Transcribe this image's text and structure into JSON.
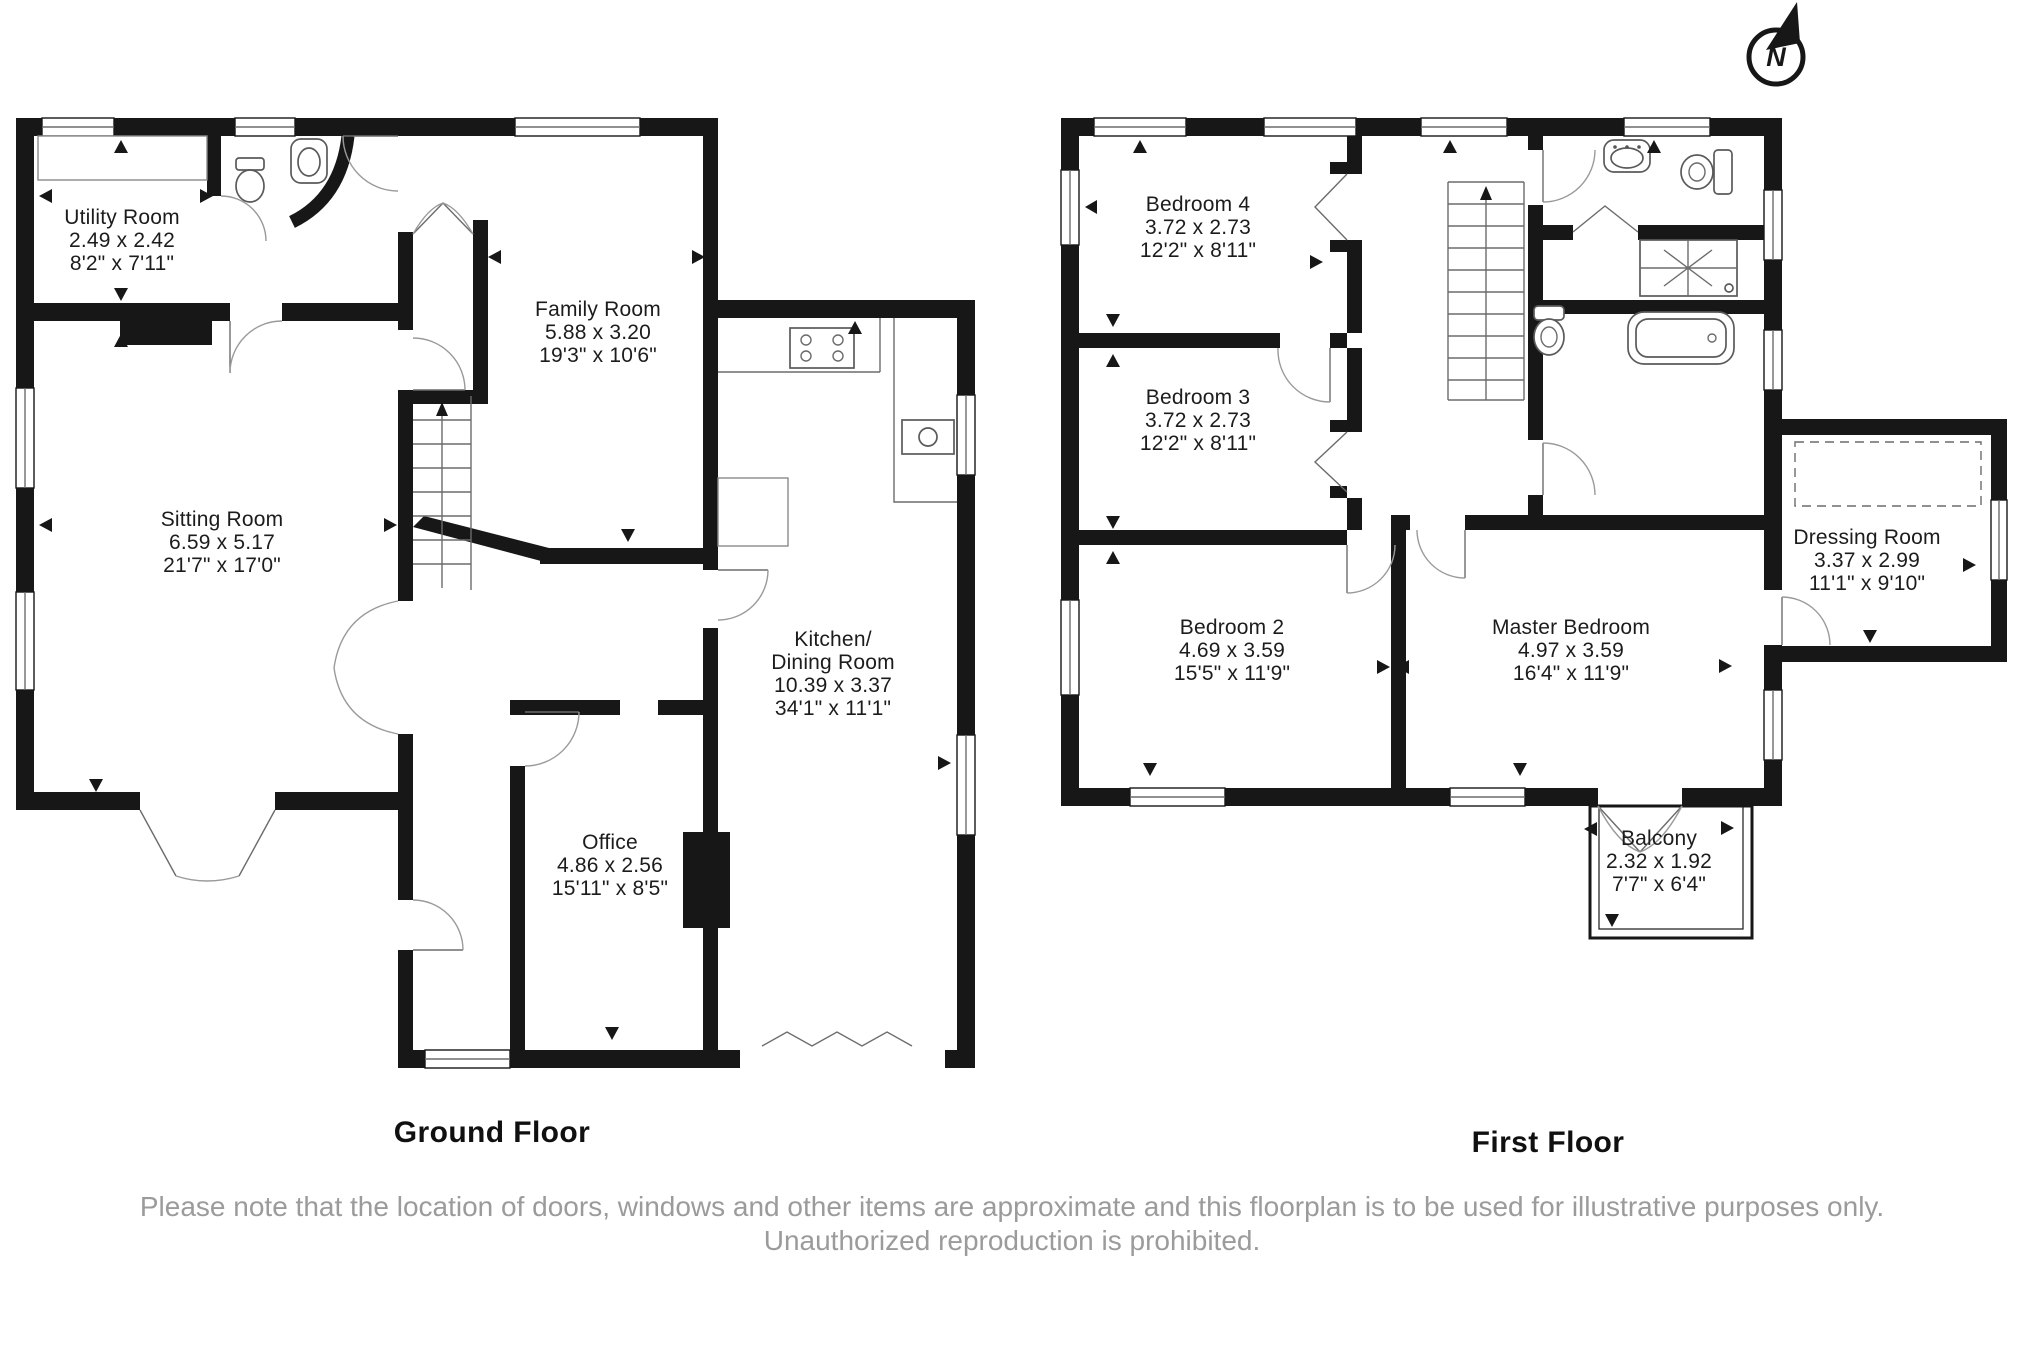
{
  "north": {
    "label": "N"
  },
  "ground_floor": {
    "title": "Ground Floor",
    "rooms": {
      "utility": {
        "name": "Utility Room",
        "metric": "2.49 x 2.42",
        "imperial": "8'2\" x 7'11\""
      },
      "family": {
        "name": "Family Room",
        "metric": "5.88 x 3.20",
        "imperial": "19'3\" x 10'6\""
      },
      "sitting": {
        "name": "Sitting Room",
        "metric": "6.59 x 5.17",
        "imperial": "21'7\" x 17'0\""
      },
      "kitchen": {
        "name": "Kitchen/",
        "name2": "Dining Room",
        "metric": "10.39 x 3.37",
        "imperial": "34'1\" x 11'1\""
      },
      "office": {
        "name": "Office",
        "metric": "4.86 x 2.56",
        "imperial": "15'11\" x 8'5\""
      }
    }
  },
  "first_floor": {
    "title": "First Floor",
    "rooms": {
      "bedroom4": {
        "name": "Bedroom 4",
        "metric": "3.72 x 2.73",
        "imperial": "12'2\" x 8'11\""
      },
      "bedroom3": {
        "name": "Bedroom 3",
        "metric": "3.72 x 2.73",
        "imperial": "12'2\" x 8'11\""
      },
      "bedroom2": {
        "name": "Bedroom 2",
        "metric": "4.69 x 3.59",
        "imperial": "15'5\" x 11'9\""
      },
      "master": {
        "name": "Master Bedroom",
        "metric": "4.97 x 3.59",
        "imperial": "16'4\" x 11'9\""
      },
      "dressing": {
        "name": "Dressing Room",
        "metric": "3.37 x 2.99",
        "imperial": "11'1\" x 9'10\""
      },
      "balcony": {
        "name": "Balcony",
        "metric": "2.32 x 1.92",
        "imperial": "7'7\" x 6'4\""
      }
    }
  },
  "footer": {
    "disclaimer": "Please note that the location of doors, windows and other items are approximate and this floorplan is to be used for illustrative purposes only. Unauthorized reproduction is prohibited."
  }
}
